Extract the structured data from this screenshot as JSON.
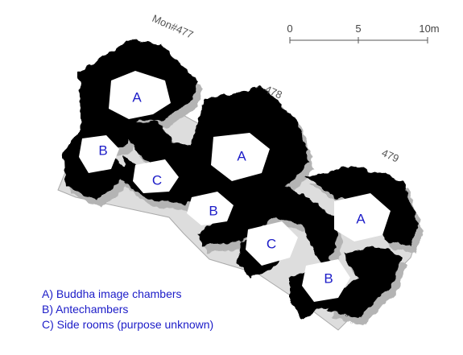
{
  "labels": {
    "mon477": "Mon#477",
    "mon478": "478",
    "mon479": "479"
  },
  "rooms": {
    "a1": "A",
    "a2": "A",
    "a3": "A",
    "b1": "B",
    "b2": "B",
    "b3": "B",
    "c1": "C",
    "c2": "C"
  },
  "scale": {
    "tick0": "0",
    "tick5": "5",
    "tick10": "10m"
  },
  "legend": {
    "items": [
      "A) Buddha image chambers",
      "B) Antechambers",
      "C) Side rooms (purpose unknown)"
    ]
  },
  "colors": {
    "wall": "#000000",
    "wall_shadow": "#b4b4b4",
    "platform": "#dddddd",
    "floor": "#ffffff",
    "room_label": "#1c1cc8",
    "legend_text": "#1c1cc8"
  }
}
